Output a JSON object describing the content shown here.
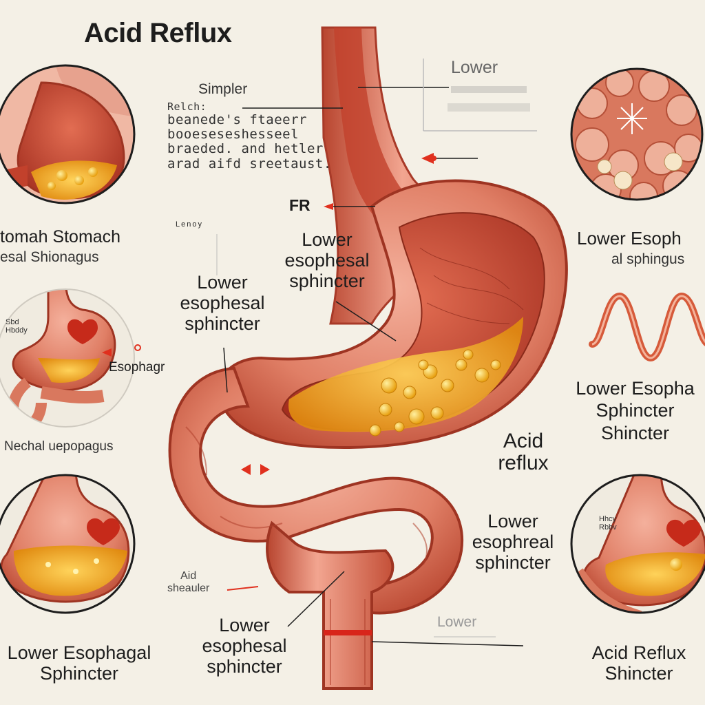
{
  "title": "Acid Reflux",
  "labels": {
    "top_lower": "Lower",
    "simpler": "Simpler",
    "note_lines": [
      "Relch:",
      "beanede's ftaeerr",
      "booeseseshesseel",
      "braeded. and hetler",
      "arad aifd sreetaust."
    ],
    "fr": "FR",
    "center_les_1": "Lower\nesophesal\nsphincter",
    "left_les": "Lower\nesophesal\nsphincter",
    "esophagr": "Esophagr",
    "stomach_caption": "tomah Stomach",
    "stomach_caption_2": "esal Shionagus",
    "right_top_caption": "Lower Esoph",
    "right_top_caption_2": "al sphingus",
    "right_mid_caption": "Lower Esopha\nSphincter\nShincter",
    "acid_reflux_mid": "Acid\nreflux",
    "lower_esophreal": "Lower\nesophreal\nsphincter",
    "left_mid_caption": "Nechal uepopagus",
    "acid_shealler": "Aid\nsheauler",
    "bottom_center_les": "Lower\nesophesal\nsphincter",
    "bottom_lower": "Lower",
    "bottom_left_caption": "Lower Esophagal\nSphincter",
    "bottom_right_caption": "Acid Reflux\nShincter",
    "small_ticks_1": "Lenoy",
    "small_ticks_2": "Sbd\nHbddy",
    "small_ticks_3": "Hhcy\nRbbv"
  },
  "colors": {
    "tissue": "#e08a74",
    "tissue_dark": "#b9442f",
    "acid": "#f2a91d",
    "pointer_red": "#e0301e",
    "background": "#f4f0e6"
  }
}
